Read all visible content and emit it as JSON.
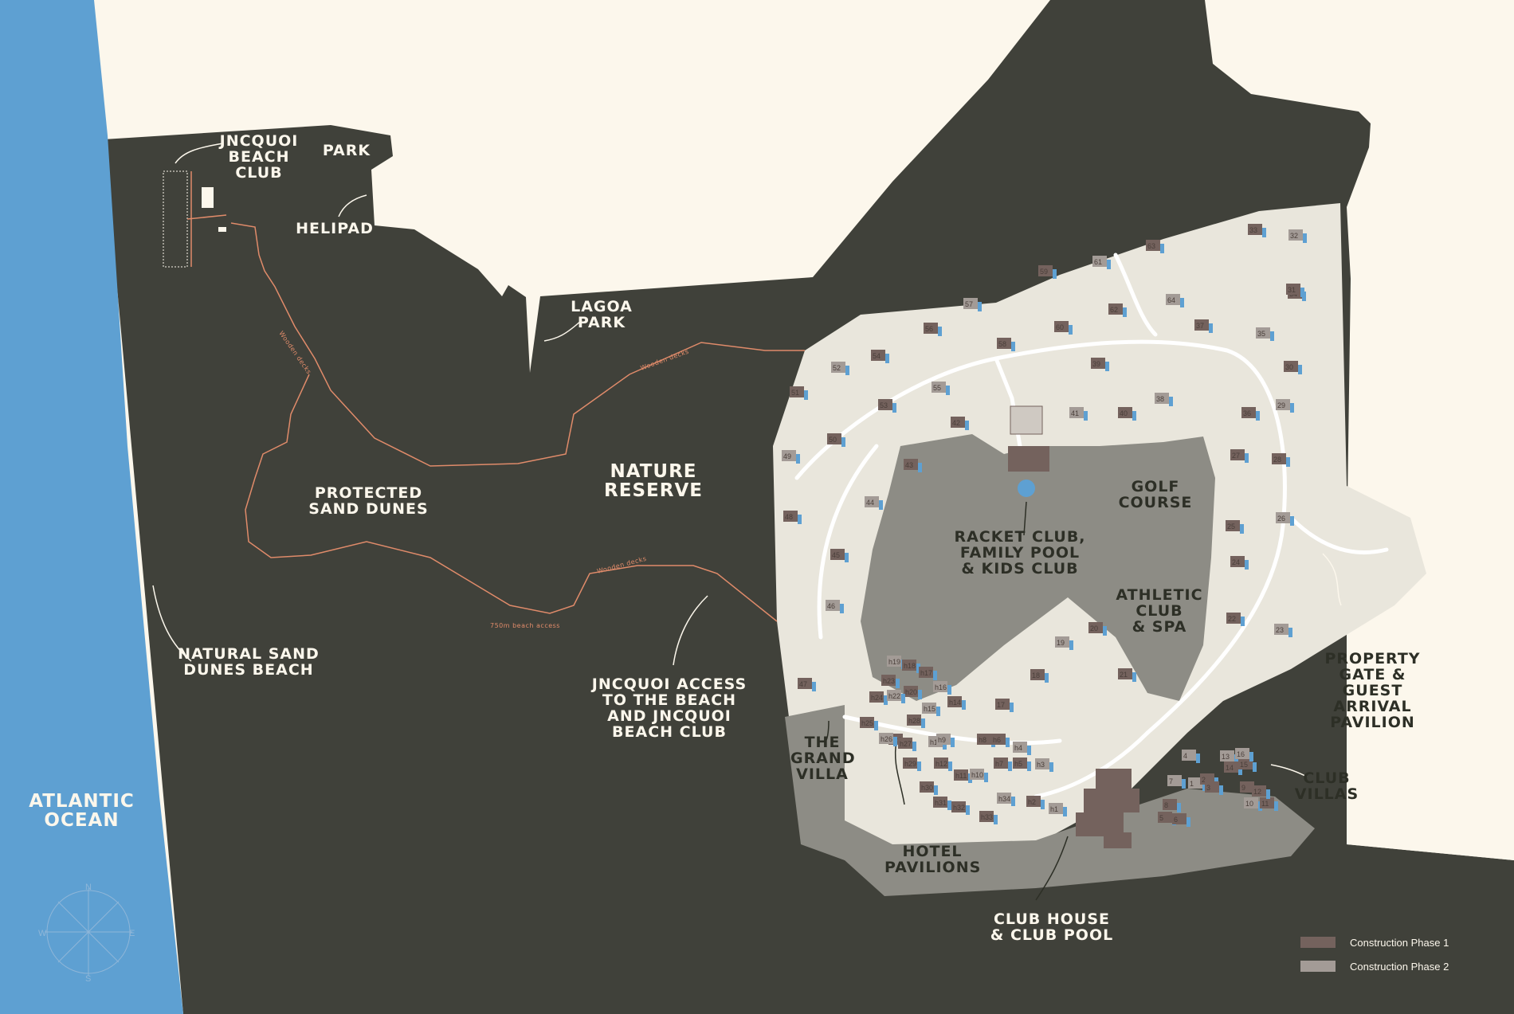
{
  "colors": {
    "ocean": "#5ea0d2",
    "background": "#fcf7ec",
    "land": "#40413a",
    "resort": "#e9e6dc",
    "golf": "#8d8c85",
    "path": "#ffffff",
    "trail": "#e08b6a",
    "phase1": "#74625d",
    "phase2": "#a39b96"
  },
  "labels": {
    "beach_club": "Jncquoi\nBeach\nClub",
    "park": "Park",
    "helipad": "Helipad",
    "lagoa_park": "Lagoa\nPark",
    "protected_dunes": "Protected\nSand Dunes",
    "nature_reserve": "Nature\nReserve",
    "natural_dunes_beach": "Natural Sand\nDunes Beach",
    "beach_access": "Jncquoi Access\nto the Beach\nand Jncquoi\nBeach Club",
    "atlantic_ocean": "Atlantic\nOcean",
    "golf_course": "Golf\nCourse",
    "racket_club": "Racket Club,\nFamily Pool\n& Kids Club",
    "athletic_club": "Athletic\nClub\n& Spa",
    "grand_villa": "The\nGrand\nVilla",
    "hotel_pavilions": "Hotel\nPavilions",
    "club_house": "Club House\n& Club Pool",
    "club_villas": "Club\nVillas",
    "property_gate": "Property\nGate & Guest\nArrival\nPavilion"
  },
  "trail_labels": {
    "wooden_decks": "Wooden decks",
    "beach_access_distance": "750m beach access"
  },
  "villas": [
    "61",
    "62",
    "63",
    "64",
    "59",
    "60",
    "57",
    "58",
    "56",
    "55",
    "54",
    "53",
    "52",
    "51",
    "50",
    "49",
    "48",
    "45",
    "44",
    "43",
    "42",
    "41",
    "40",
    "39",
    "38",
    "37",
    "36",
    "35",
    "34",
    "33",
    "32",
    "31",
    "30",
    "29",
    "28",
    "27",
    "26",
    "25",
    "24",
    "23",
    "22",
    "47",
    "46",
    "21",
    "20",
    "19",
    "18",
    "17"
  ],
  "pavilions": [
    "h19",
    "h18",
    "h17",
    "h16",
    "h23",
    "h20",
    "h15",
    "h14",
    "h24",
    "h22",
    "h28",
    "h21",
    "h13",
    "h25",
    "h27",
    "h26",
    "h29",
    "h12",
    "h9",
    "h8",
    "h6",
    "h4",
    "h7",
    "h5",
    "h3",
    "h30",
    "h11",
    "h10",
    "h31",
    "h32",
    "h34",
    "h2",
    "h33",
    "h1"
  ],
  "club_villas": [
    "1",
    "2",
    "3",
    "4",
    "5",
    "6",
    "7",
    "8",
    "9",
    "10",
    "11",
    "12",
    "13",
    "14",
    "15",
    "16"
  ],
  "compass": {
    "n": "N",
    "s": "S",
    "e": "E",
    "w": "W"
  },
  "legend": [
    {
      "label": "Construction Phase 1",
      "color": "#74625d"
    },
    {
      "label": "Construction Phase 2",
      "color": "#a39b96"
    }
  ]
}
